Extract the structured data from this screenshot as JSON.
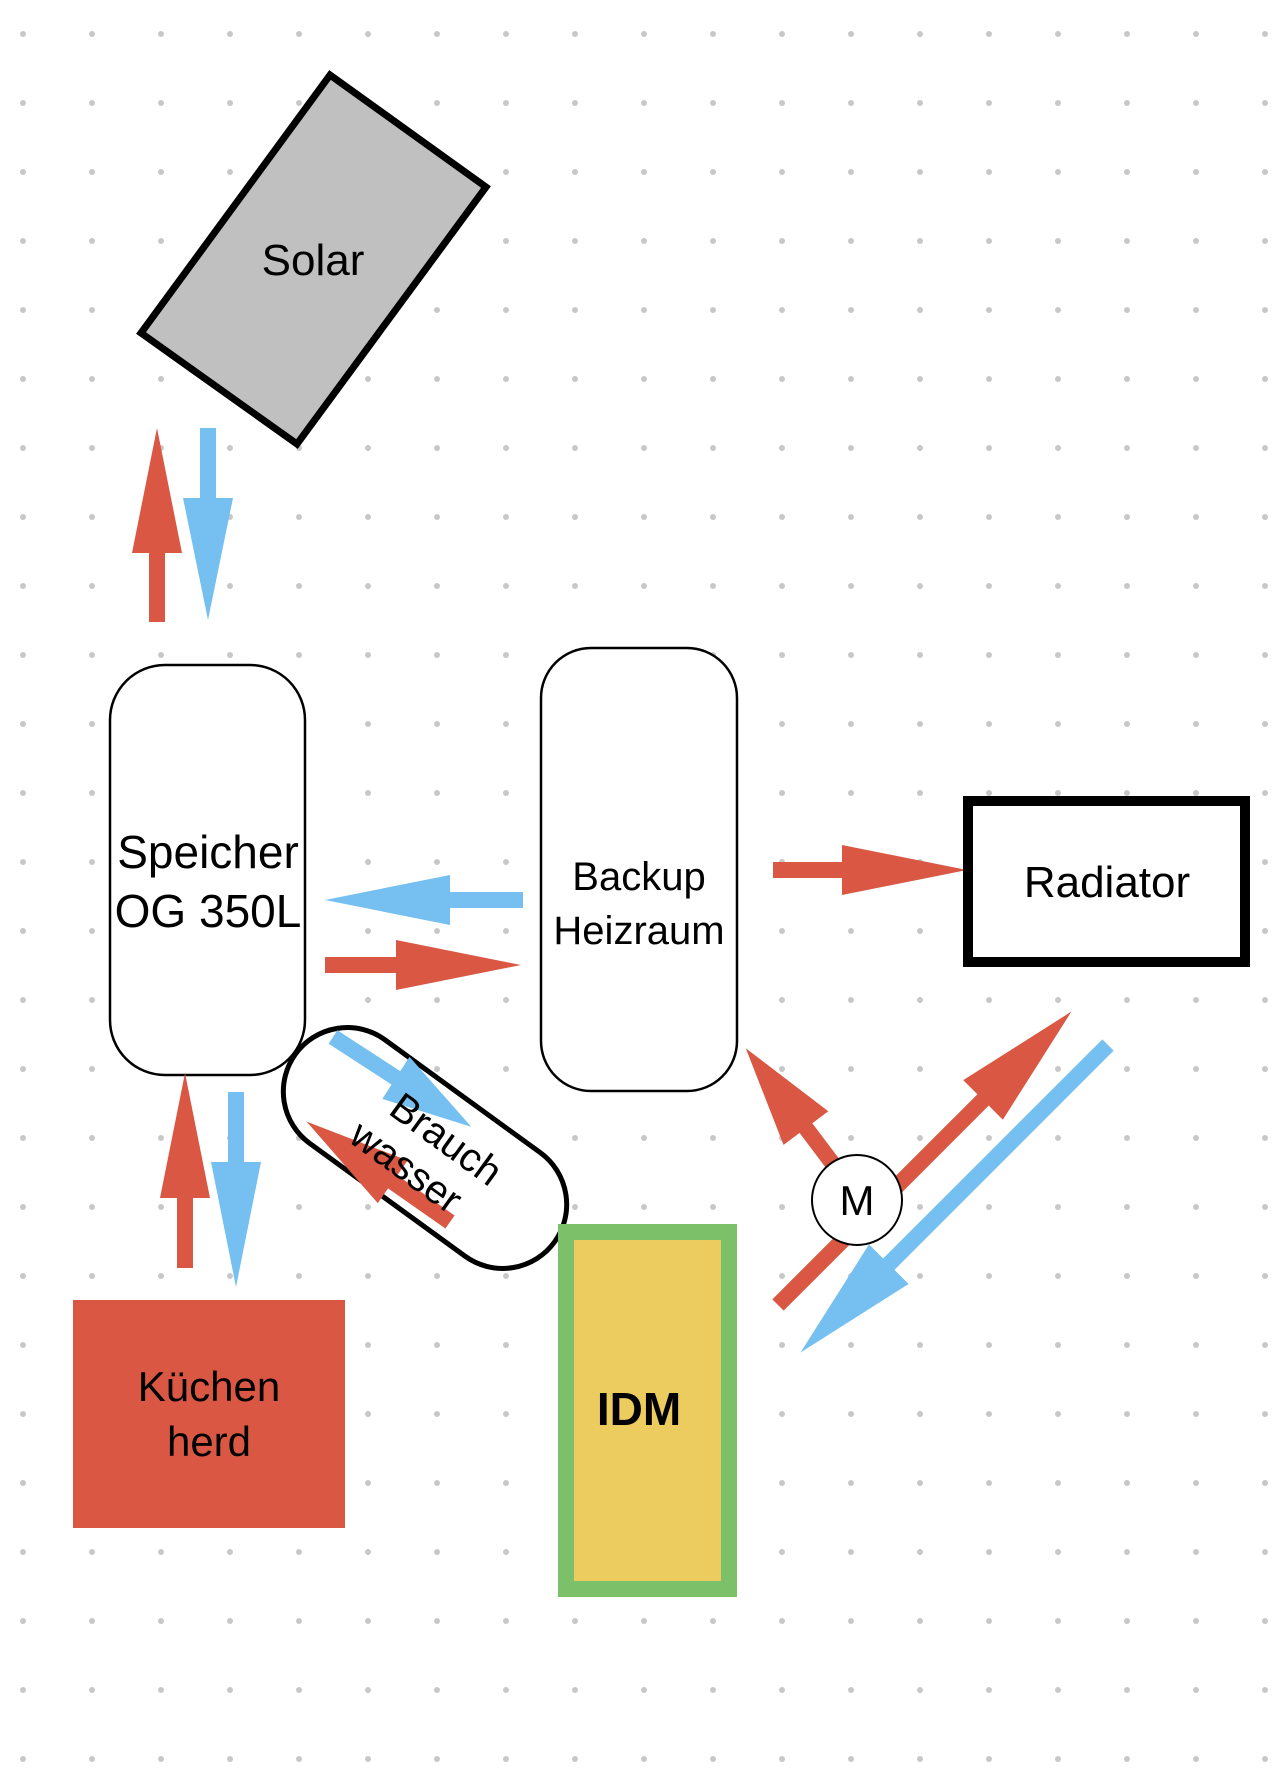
{
  "colors": {
    "hot": "#d95743",
    "cold": "#75c0f0",
    "solar_fill": "#c0c0c0",
    "kitchen_fill": "#d95743",
    "idm_fill": "#edcc5f",
    "idm_border": "#7cc069",
    "dot": "#c8c8c8"
  },
  "nodes": {
    "solar": {
      "label": "Solar"
    },
    "speicher": {
      "line1": "Speicher",
      "line2": "OG 350L"
    },
    "backup": {
      "line1": "Backup",
      "line2": "Heizraum"
    },
    "radiator": {
      "label": "Radiator"
    },
    "brauch": {
      "line1": "Brauch",
      "line2": "wasser"
    },
    "kuechen": {
      "line1": "Küchen",
      "line2": "herd"
    },
    "idm": {
      "label": "IDM"
    },
    "motor": {
      "label": "M"
    }
  },
  "icons": {
    "hot_flow": "red-arrow",
    "cold_flow": "blue-arrow"
  }
}
